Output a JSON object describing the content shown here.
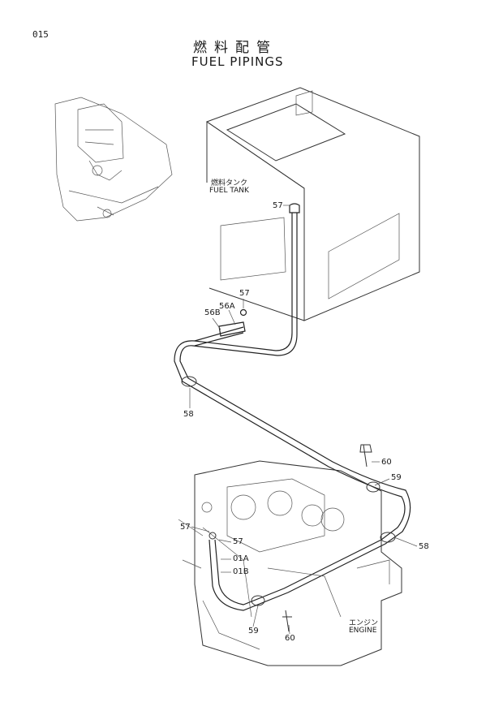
{
  "page_number": "015",
  "title_jp": "燃料配管",
  "title_en": "FUEL PIPINGS",
  "labels": {
    "fuel_tank_jp": "燃料タンク",
    "fuel_tank_en": "FUEL TANK",
    "engine_jp": "エンジン",
    "engine_en": "ENGINE"
  },
  "callouts": [
    "57",
    "56A",
    "56B",
    "57",
    "58",
    "60",
    "59",
    "57",
    "57",
    "01A",
    "01B",
    "58",
    "59",
    "60"
  ]
}
